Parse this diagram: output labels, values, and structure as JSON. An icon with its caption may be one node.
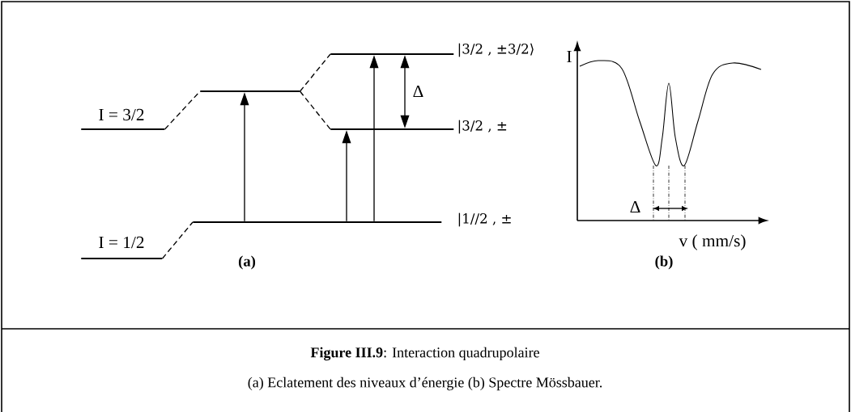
{
  "diagram": {
    "caption": "**Figure III.9**: Interaction quadrupolaire",
    "nodes": [
      {
        "text": [],
        "shape": "bar",
        "beside": [
          "I = 3/2"
        ]
      },
      {
        "text": [],
        "shape": "bar",
        "beside": [
          "I = 1/2"
        ]
      },
      {
        "text": [],
        "shape": "bar"
      },
      {
        "text": [],
        "shape": "bar",
        "beside": [
          "|1//2 , ±"
        ]
      },
      {
        "text": [],
        "shape": "bar",
        "beside": [
          "|3/2 , ±3/2⟩"
        ]
      },
      {
        "text": [],
        "shape": "bar",
        "beside": [
          "|3/2 , ±"
        ]
      }
    ],
    "edges": [
      {
        "from": 0,
        "to": 2,
        "arrow": "none",
        "style": "dashed"
      },
      {
        "from": 1,
        "to": 3,
        "arrow": "none",
        "style": "dashed"
      },
      {
        "from": 2,
        "to": 4,
        "arrow": "none",
        "style": "dashed"
      },
      {
        "from": 2,
        "to": 5,
        "arrow": "none",
        "style": "dashed"
      },
      {
        "from": 3,
        "to": 2,
        "arrow": "to"
      },
      {
        "from": 3,
        "to": 5,
        "arrow": "to"
      },
      {
        "from": 3,
        "to": 4,
        "arrow": "to"
      },
      {
        "from": 5,
        "to": 4,
        "arrow": "both",
        "label": "Δ"
      }
    ],
    "labels": [
      "I",
      "Δ",
      "v ( mm/s)",
      "(a)",
      "(b)",
      "(a) Eclatement des  niveaux d’énergie (b) Spectre Mössbauer."
    ]
  }
}
